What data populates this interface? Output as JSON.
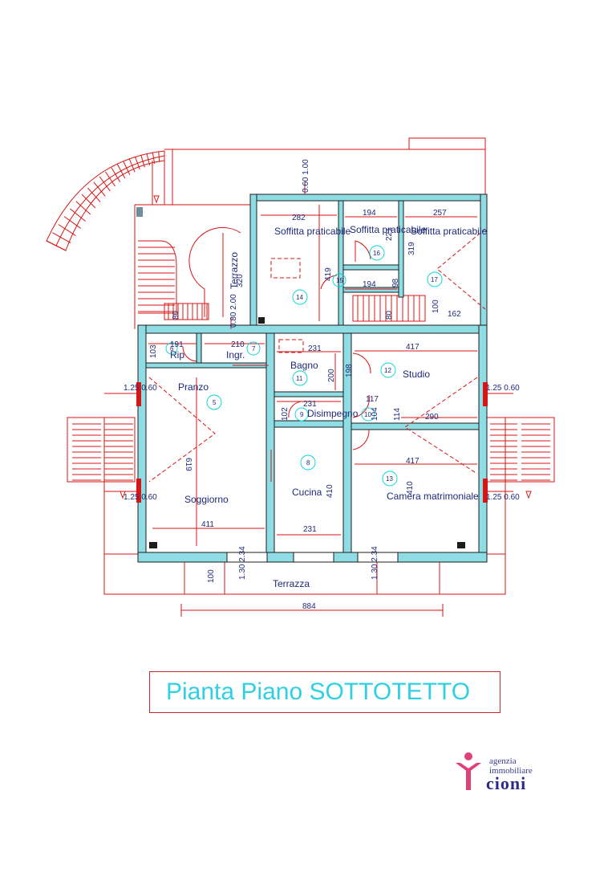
{
  "title": "Pianta Piano SOTTOTETTO",
  "logo": {
    "line1": "agenzia",
    "line2": "immobiliare",
    "line3": "cioni"
  },
  "rooms": {
    "soffitta_14": "Soffitta praticabile",
    "soffitta_16": "Soffitta praticabile",
    "soffitta_17": "Soffitta praticabile",
    "bagno": "Bagno",
    "studio": "Studio",
    "pranzo": "Pranzo",
    "disimpegno": "Disimpegno",
    "soggiorno": "Soggiorno",
    "cucina": "Cucina",
    "camera": "Camera matrimoniale",
    "rip": "Rip",
    "ingr": "Ingr.",
    "terrazzo": "Terrazzo",
    "terrazza": "Terrazza"
  },
  "room_numbers": [
    "14",
    "15",
    "16",
    "17",
    "11",
    "12",
    "9",
    "10",
    "5",
    "8",
    "13",
    "7",
    "6"
  ],
  "dimensions": {
    "d282": "282",
    "d419": "419",
    "d194a": "194",
    "d221": "221",
    "d194b": "194",
    "d98": "98",
    "d257": "257",
    "d319": "319",
    "d100a": "100",
    "d162": "162",
    "d320": "320",
    "d80a": "80",
    "d80b": "80",
    "d080_200": "0.80 2.00",
    "d060_100": "0.60 1.00",
    "d191": "191",
    "d103": "103",
    "d210": "210",
    "d231a": "231",
    "d200": "200",
    "d198": "198",
    "d417a": "417",
    "d231b": "231",
    "d102": "102",
    "d104": "104",
    "d117": "117",
    "d114": "114",
    "d290": "290",
    "d619": "619",
    "d410a": "410",
    "d410b": "410",
    "d417b": "417",
    "d411": "411",
    "d231c": "231",
    "d100b": "100",
    "d884": "884",
    "d130_234a": "1.30 2.34",
    "d130_234b": "1.30 2.34",
    "win1": "1.25 0.60",
    "win2": "1.25 0.60",
    "win3": "1.25 0.60",
    "win4": "1.25 0.60"
  },
  "colors": {
    "wall_fill": "#8fdde4",
    "line_red": "#d81515",
    "title_cyan": "#2fd0e3",
    "logo_pink": "#e0407a",
    "logo_navy": "#2b2b8c"
  }
}
